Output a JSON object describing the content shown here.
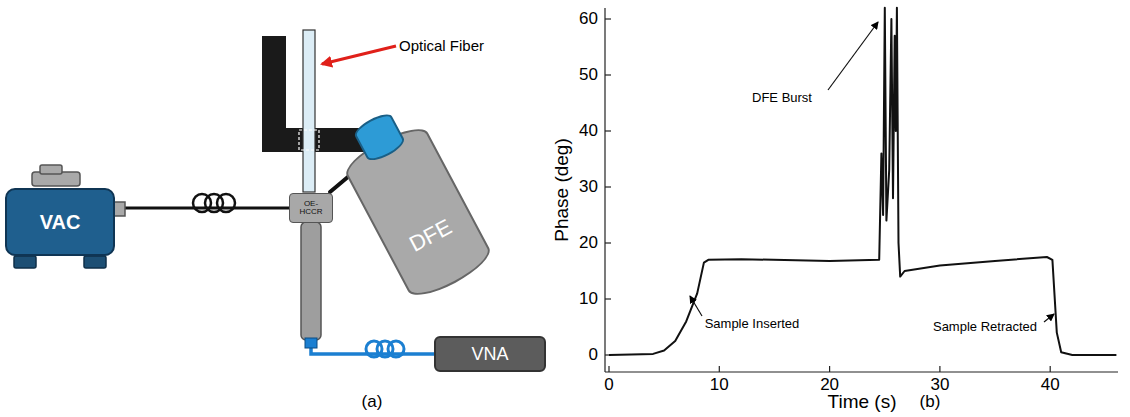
{
  "diagram": {
    "nodes": [
      {
        "text": [
          "VAC"
        ]
      },
      {
        "text": [
          "OE-HCCR"
        ]
      },
      {
        "text": [
          "DFE"
        ]
      },
      {
        "text": [
          "VNA"
        ]
      }
    ],
    "edges": [
      {
        "from": 0,
        "to": 1,
        "arrow": "none"
      },
      {
        "from": 1,
        "to": 3,
        "arrow": "none"
      }
    ],
    "labels": [
      "Optical Fiber",
      "(a)",
      "Phase (deg)",
      "0",
      "10",
      "20",
      "30",
      "40",
      "50",
      "60",
      "0",
      "10",
      "20",
      "30",
      "40",
      "Time (s)",
      "DFE Burst",
      "Sample Inserted",
      "Sample Retracted",
      "(b)"
    ]
  }
}
